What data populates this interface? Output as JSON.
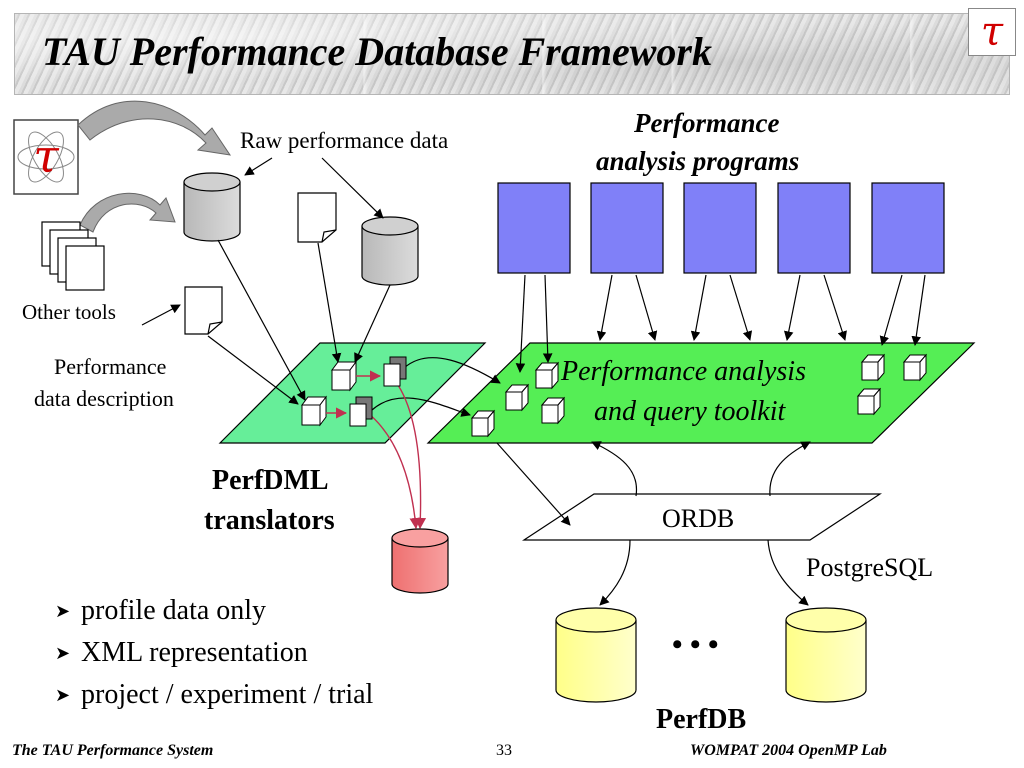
{
  "slide": {
    "title": "TAU Performance Database Framework",
    "logo_symbol": "τ",
    "page_number": "33"
  },
  "footer": {
    "left": "The TAU Performance System",
    "right": "WOMPAT 2004 OpenMP Lab"
  },
  "diagram": {
    "raw_data_label": "Raw performance data",
    "other_tools_label": "Other tools",
    "perf_desc_label_1": "Performance",
    "perf_desc_label_2": "data description",
    "programs_label_1": "Performance",
    "programs_label_2": "analysis programs",
    "toolkit_label_1": "Performance analysis",
    "toolkit_label_2": "and query toolkit",
    "translators_label_1": "PerfDML",
    "translators_label_2": "translators",
    "ordb_label": "ORDB",
    "postgres_label": "PostgreSQL",
    "ellipsis": "• • •",
    "perfdb_label": "PerfDB"
  },
  "bullets": [
    "profile data only",
    "XML representation",
    "project / experiment / trial"
  ],
  "colors": {
    "program_box": "#8080f8",
    "toolkit_plane": "#55ee55",
    "translator_plane": "#66ee99",
    "raw_db": "#c8c8c8",
    "red_db": "#f08080",
    "perfdb": "#ffff99",
    "tau_red": "#d00000"
  },
  "icons": [
    "tau-logo-icon",
    "document-icon",
    "database-icon",
    "cube-icon",
    "arrow-icon",
    "bullet-arrow-icon"
  ]
}
